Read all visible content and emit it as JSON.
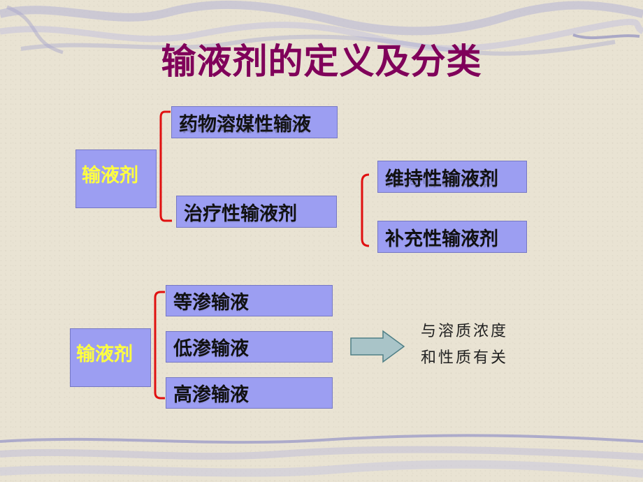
{
  "slide": {
    "title": "输液剂的定义及分类"
  },
  "group1": {
    "root": "输液剂",
    "items": [
      "药物溶媒性输液",
      "治疗性输液剂"
    ],
    "sub_items": [
      "维持性输液剂",
      "补充性输液剂"
    ]
  },
  "group2": {
    "root": "输液剂",
    "items": [
      "等渗输液",
      "低渗输液",
      "高渗输液"
    ],
    "note_line1": "与溶质浓度",
    "note_line2": "和性质有关"
  },
  "colors": {
    "title": "#80005a",
    "box_fill": "#9c9ef2",
    "root_text": "#ffff40",
    "bracket": "#e01010",
    "arrow_fill": "#a9c4c8",
    "background": "#e9e3d3"
  }
}
